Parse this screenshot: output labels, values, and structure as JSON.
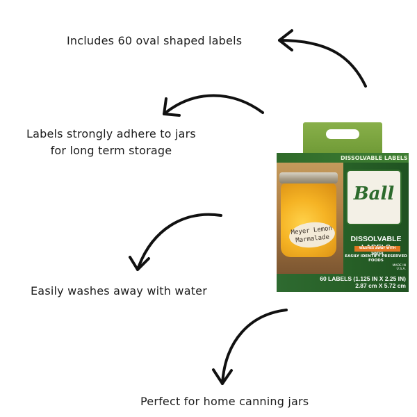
{
  "callouts": {
    "c1": "Includes 60 oval shaped labels",
    "c2_line1": "Labels strongly adhere to jars",
    "c2_line2": "for long term storage",
    "c3": "Easily washes away with water",
    "c4": "Perfect for home canning jars"
  },
  "product": {
    "top_flap": "DISSOLVABLE LABELS",
    "jar_label_line1": "Meyer Lemon",
    "jar_label_line2": "Marmalade",
    "brand": "Ball",
    "title": "DISSOLVABLE LABELS",
    "ribbon": "WASHES AWAY WITH WATER",
    "tagline": "EASILY IDENTIFY PRESERVED FOODS",
    "made_in_line1": "MADE IN",
    "made_in_line2": "U.S.A.",
    "count_line1": "60 LABELS (1.125 IN X 2.25 IN)",
    "count_line2": "2.87 cm X 5.72 cm"
  },
  "colors": {
    "box_green": "#276027",
    "tab_green": "#7ea542",
    "ribbon_orange": "#e07722",
    "arrow": "#111111"
  },
  "icons": [
    "curved-arrow-icon"
  ]
}
